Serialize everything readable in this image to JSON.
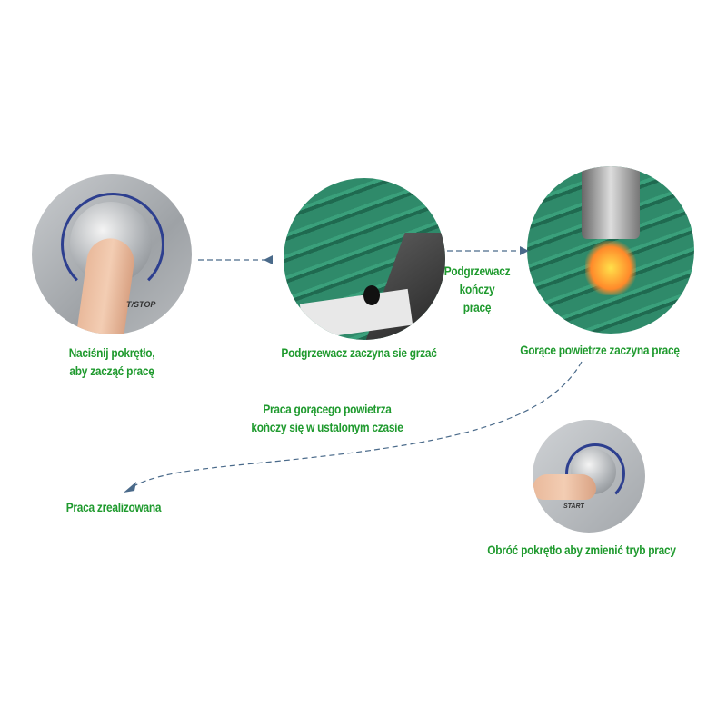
{
  "steps": {
    "press_knob": "Naciśnij pokrętło,\naby zacząć pracę",
    "preheater_starts": "Podgrzewacz zaczyna sie grzać",
    "preheater_ends": "Podgrzewacz\nkończy\npracę",
    "hot_air_starts": "Gorące powietrze zaczyna pracę",
    "hot_air_ends": "Praca gorącego powietrza\nkończy się w ustalonym czasie",
    "done": "Praca zrealizowana",
    "rotate_knob": "Obróć pokrętło aby zmienić tryb pracy"
  },
  "panel_text": {
    "start_stop": "T/STOP",
    "start": "START"
  },
  "colors": {
    "label": "#1f9a2e",
    "arrow": "#4a6a8a",
    "knob_ring": "#2d3f8f"
  }
}
